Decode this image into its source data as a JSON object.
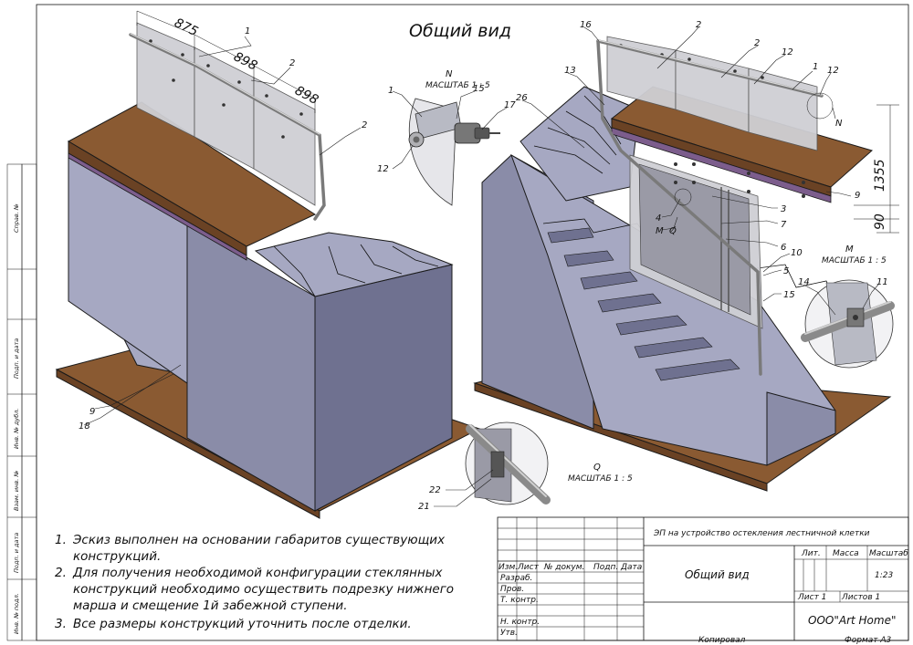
{
  "sheet": {
    "main_title": "Общий вид",
    "side_stamps": [
      "Справ. №",
      "Подп. и дата",
      "Инв. № дубл.",
      "Взам. инв. №",
      "Подп. и дата",
      "Инв. № подл."
    ]
  },
  "dimensions": {
    "left_view": [
      "875",
      "898",
      "898"
    ],
    "right_view": [
      "1355",
      "90"
    ]
  },
  "callouts": {
    "left_view": [
      "1",
      "2",
      "2",
      "9",
      "18"
    ],
    "detail_n": [
      "1",
      "15",
      "17",
      "12"
    ],
    "right_view": [
      "16",
      "2",
      "2",
      "12",
      "1",
      "12",
      "N",
      "13",
      "26",
      "3",
      "9",
      "4",
      "M",
      "Q",
      "7",
      "6",
      "10",
      "5",
      "15"
    ],
    "detail_m": [
      "14",
      "11"
    ],
    "detail_q": [
      "22",
      "21"
    ]
  },
  "details": {
    "n": {
      "letter": "N",
      "scale": "МАСШТАБ 1 : 5"
    },
    "m": {
      "letter": "M",
      "scale": "МАСШТАБ 1 : 5"
    },
    "q": {
      "letter": "Q",
      "scale": "МАСШТАБ 1 : 5"
    }
  },
  "notes": [
    {
      "num": "1.",
      "lines": [
        "Эскиз выполнен на основании габаритов существующих",
        "конструкций."
      ]
    },
    {
      "num": "2.",
      "lines": [
        "Для получения необходимой конфигурации стеклянных",
        "конструкций необходимо  осуществить подрезку нижнего",
        "марша и смещение 1й забежной ступени."
      ]
    },
    {
      "num": "3.",
      "lines": [
        "Все размеры конструкций уточнить после отделки."
      ]
    }
  ],
  "title_block": {
    "doc_title": "ЭП на устройство остекления лестничной клетки",
    "header_cols": [
      "Изм.",
      "Лист",
      "№ докум.",
      "Подп.",
      "Дата"
    ],
    "roles": [
      "Разраб.",
      "Пров.",
      "Т. контр.",
      "",
      "Н. контр.",
      "Утв."
    ],
    "drawing_name": "Общий вид",
    "col_lit": "Лит.",
    "col_mass": "Масса",
    "col_scale": "Масштаб",
    "scale_value": "1:23",
    "sheet_label": "Лист 1",
    "sheets_label": "Листов 1",
    "company": "ООО\"Art Home\"",
    "copied": "Копировал",
    "format": "Формат А3"
  }
}
